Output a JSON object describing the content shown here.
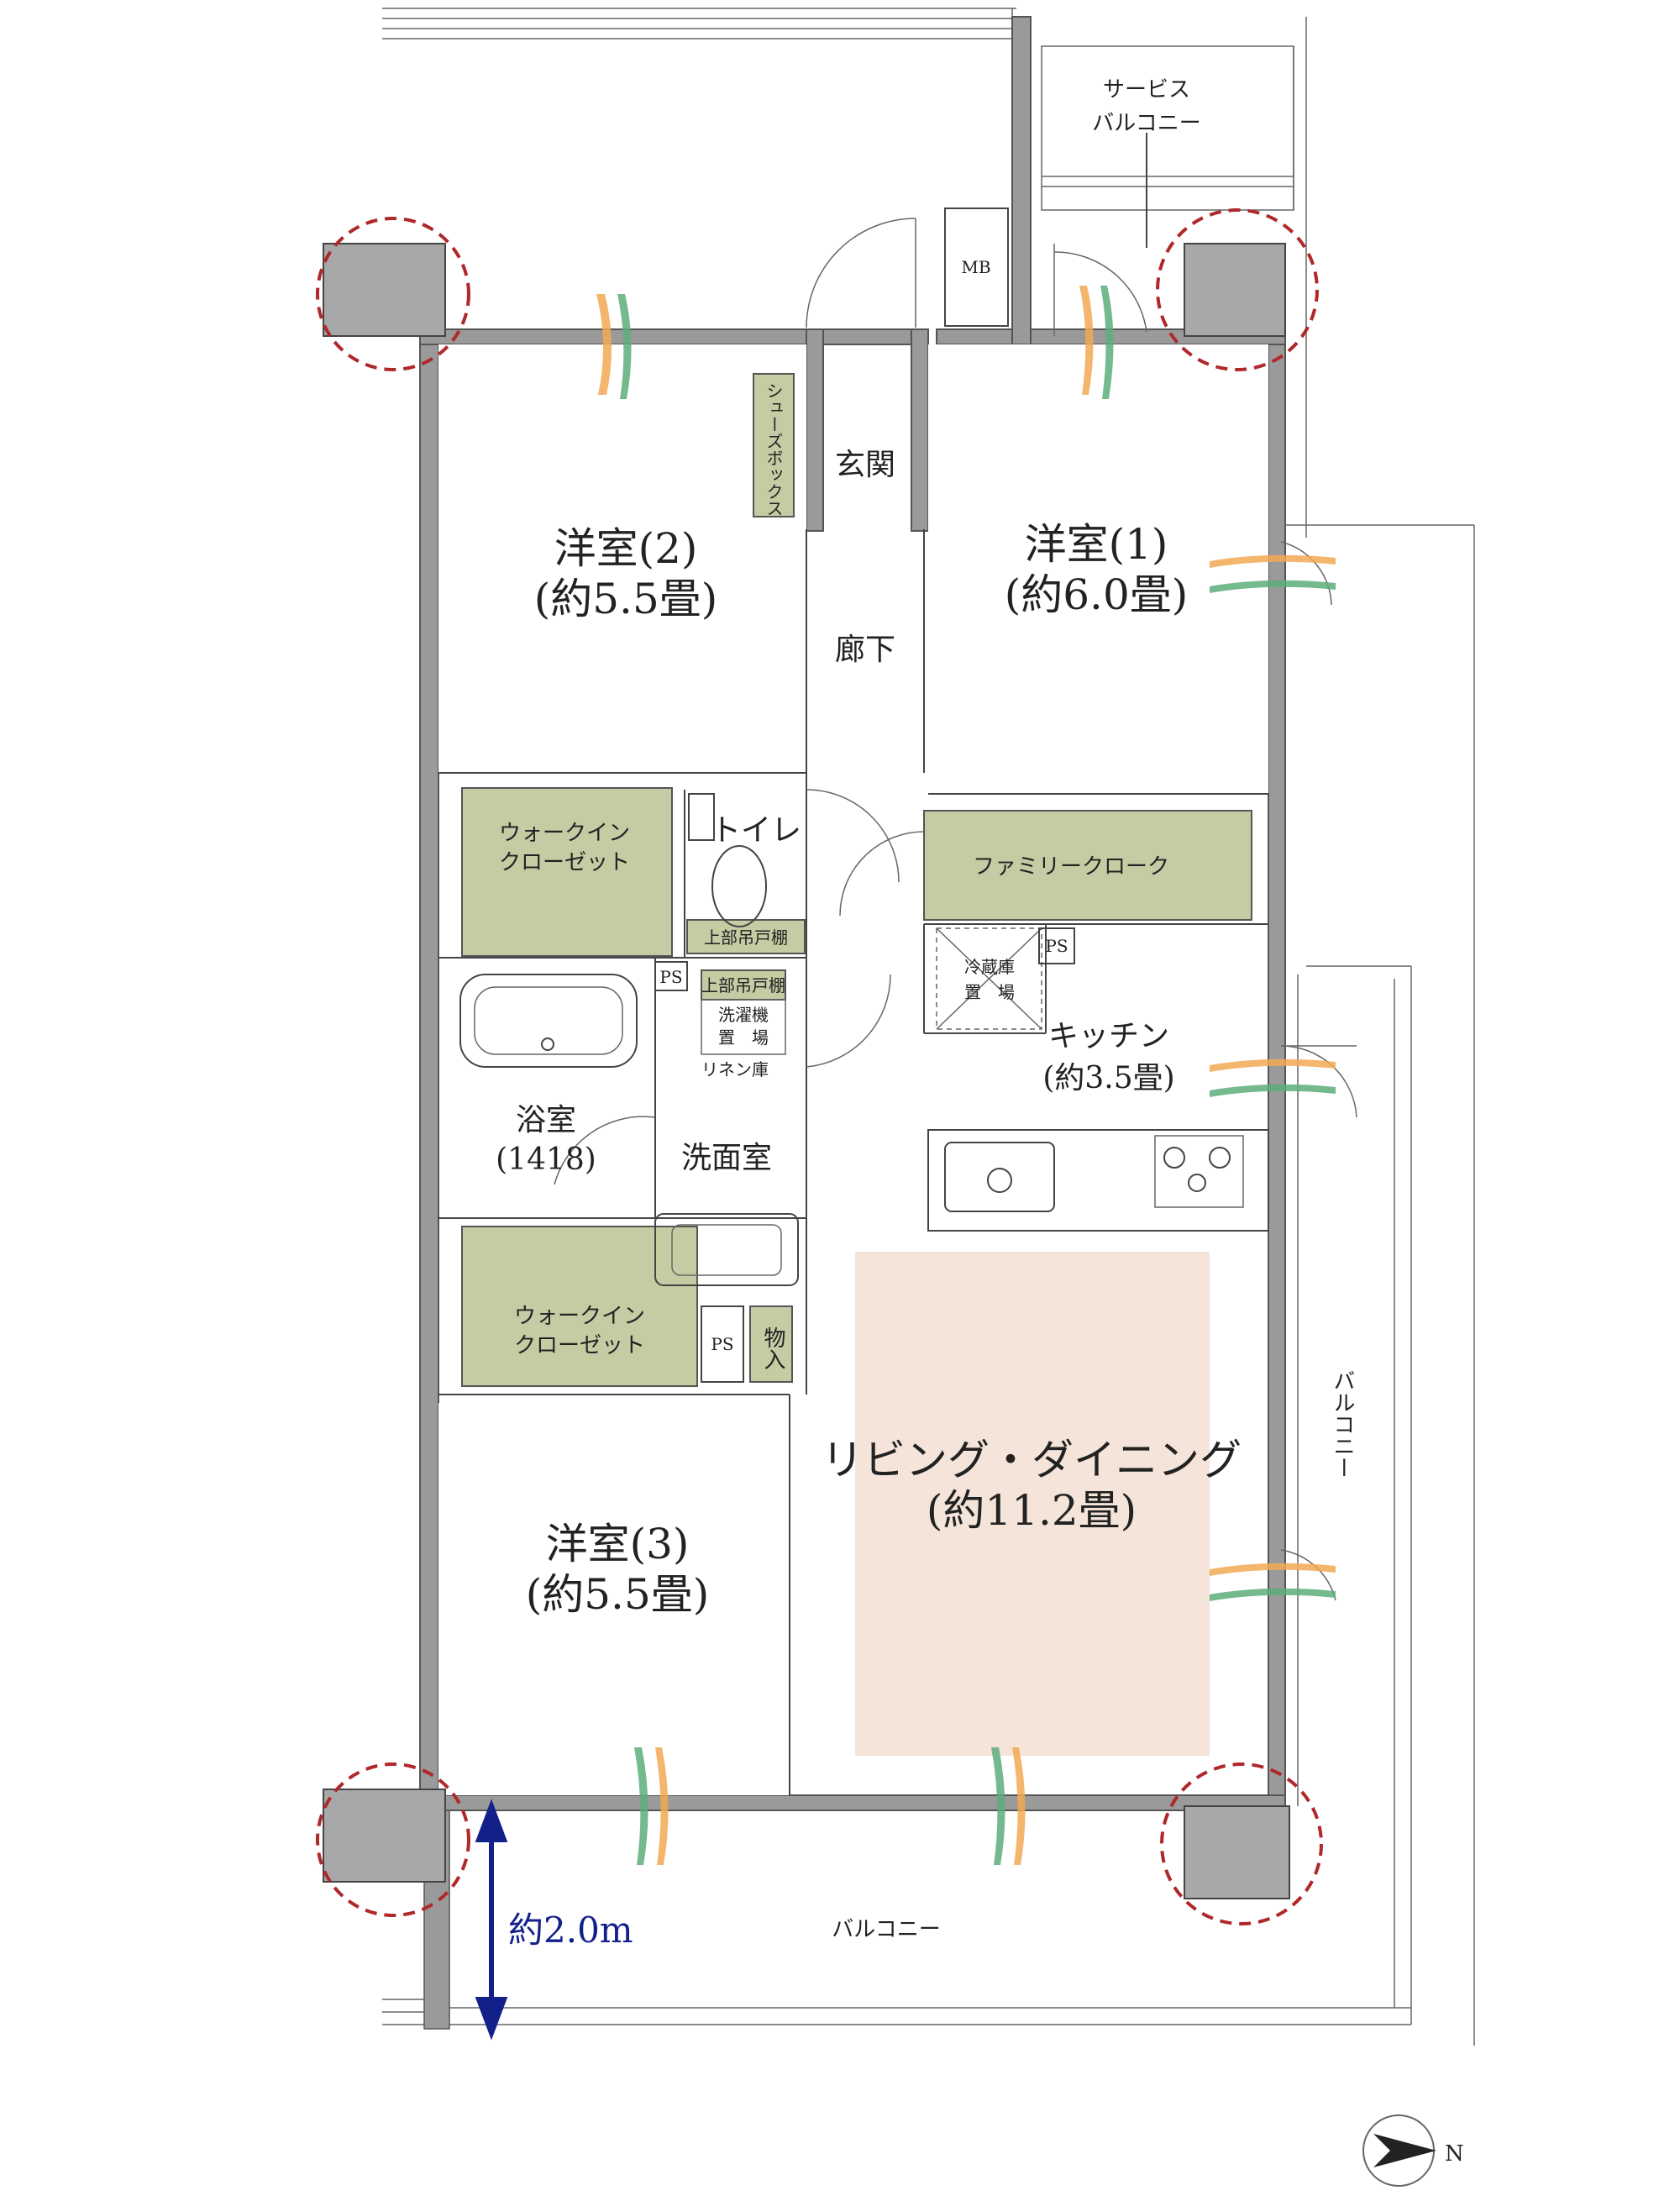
{
  "rooms": {
    "western1": {
      "name": "洋室(1)",
      "size": "(約6.0畳)"
    },
    "western2": {
      "name": "洋室(2)",
      "size": "(約5.5畳)"
    },
    "western3": {
      "name": "洋室(3)",
      "size": "(約5.5畳)"
    },
    "living": {
      "name": "リビング・ダイニング",
      "size": "(約11.2畳)"
    },
    "kitchen": {
      "name": "キッチン",
      "size": "(約3.5畳)"
    },
    "bath": {
      "name": "浴室",
      "size": "(1418)"
    },
    "washroom": "洗面室",
    "toilet": "トイレ",
    "entrance": "玄関",
    "corridor": "廊下",
    "hall_closet": "物入"
  },
  "storage": {
    "shoe_box": "シューズボックス",
    "wic1_line1": "ウォークイン",
    "wic1_line2": "クローゼット",
    "wic2_line1": "ウォークイン",
    "wic2_line2": "クローゼット",
    "family_cloak": "ファミリークローク",
    "upper_cabinet1": "上部吊戸棚",
    "upper_cabinet2": "上部吊戸棚",
    "washer1": "洗濯機",
    "washer2": "置　場",
    "linen": "リネン庫",
    "fridge1": "冷蔵庫",
    "fridge2": "置　場"
  },
  "fixtures": {
    "ps1": "PS",
    "ps2": "PS",
    "ps3": "PS",
    "mb": "MB"
  },
  "balconies": {
    "service1": "サービス",
    "service2": "バルコニー",
    "side": "バルコニー",
    "bottom": "バルコニー"
  },
  "dimension": "約2.0m",
  "compass": "N",
  "colors": {
    "closet": "#c3cca3",
    "living_highlight": "#f4e4d9",
    "column_marker": "#b0282a",
    "dimension": "#14208a",
    "wind_orange": "#f2a852",
    "wind_green": "#5dad7a"
  }
}
